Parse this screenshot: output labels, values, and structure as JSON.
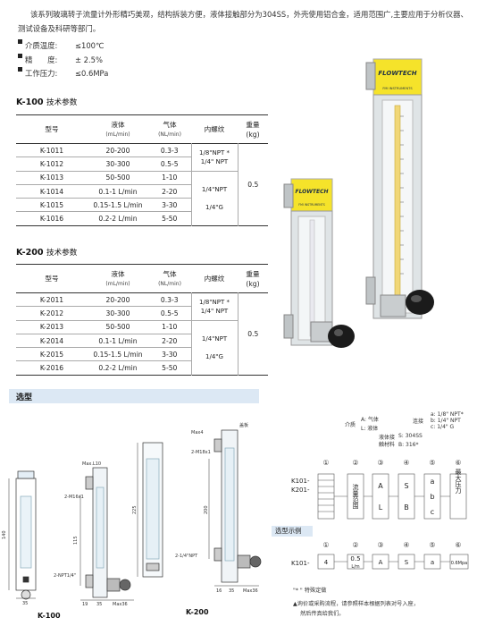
{
  "intro": "该系列玻璃转子流量计外形精巧美观，结构拆装方便，液体接触部分为304SS，外壳使用铝合金，适用范围广,主要应用于分析仪器、测试设备及科研等部门。",
  "specs": [
    {
      "label": "介质温度:",
      "value": "≤100℃"
    },
    {
      "label": "精　　度:",
      "value": "± 2.5%"
    },
    {
      "label": "工作压力:",
      "value": "≤0.6MPa"
    }
  ],
  "k100": {
    "title_model": "K-100",
    "title_cn": "技术参数",
    "headers": {
      "model": "型号",
      "liquid": "液体",
      "liquid_unit": "(mL/min)",
      "gas": "气体",
      "gas_unit": "(NL/min)",
      "thread": "内螺纹",
      "weight": "重量",
      "weight_unit": "(kg)"
    },
    "rows": [
      {
        "model": "K-1011",
        "liquid": "20-200",
        "gas": "0.3-3"
      },
      {
        "model": "K-1012",
        "liquid": "30-300",
        "gas": "0.5-5"
      },
      {
        "model": "K-1013",
        "liquid": "50-500",
        "gas": "1-10"
      },
      {
        "model": "K-1014",
        "liquid": "0.1-1 L/min",
        "gas": "2-20"
      },
      {
        "model": "K-1015",
        "liquid": "0.15-1.5 L/min",
        "gas": "3-30"
      },
      {
        "model": "K-1016",
        "liquid": "0.2-2 L/min",
        "gas": "5-50"
      }
    ],
    "thread_a": "1/8\"NPT *",
    "thread_b": "1/4\" NPT",
    "thread_c": "1/4\"NPT",
    "thread_d": "1/4\"G",
    "weight": "0.5"
  },
  "k200": {
    "title_model": "K-200",
    "title_cn": "技术参数",
    "headers": {
      "model": "型号",
      "liquid": "液体",
      "liquid_unit": "(mL/min)",
      "gas": "气体",
      "gas_unit": "(NL/min)",
      "thread": "内螺纹",
      "weight": "重量",
      "weight_unit": "(kg)"
    },
    "rows": [
      {
        "model": "K-2011",
        "liquid": "20-200",
        "gas": "0.3-3"
      },
      {
        "model": "K-2012",
        "liquid": "30-300",
        "gas": "0.5-5"
      },
      {
        "model": "K-2013",
        "liquid": "50-500",
        "gas": "1-10"
      },
      {
        "model": "K-2014",
        "liquid": "0.1-1 L/min",
        "gas": "2-20"
      },
      {
        "model": "K-2015",
        "liquid": "0.15-1.5 L/min",
        "gas": "3-30"
      },
      {
        "model": "K-2016",
        "liquid": "0.2-2 L/min",
        "gas": "5-50"
      }
    ],
    "thread_a": "1/8\"NPT *",
    "thread_b": "1/4\" NPT",
    "thread_c": "1/4\"NPT",
    "thread_d": "1/4\"G",
    "weight": "0.5"
  },
  "product": {
    "brand": "FLOWTECH",
    "sub": "FMI INSTRUMENTS"
  },
  "selection": {
    "band": "选型",
    "medium_label": "介质",
    "medium_a": "A: 气体",
    "medium_l": "L: 液体",
    "contact_label": "液体接",
    "contact_label2": "触材料",
    "contact_s": "S: 304SS",
    "contact_b": "B: 316*",
    "conn_label": "连接",
    "conn_a": "a: 1/8\" NPT*",
    "conn_b": "b: 1/4\" NPT",
    "conn_c": "c: 1/4\" G",
    "nums": [
      "①",
      "②",
      "③",
      "④",
      "⑤",
      "⑥"
    ],
    "prefix1": "K101-",
    "prefix2": "K201-",
    "col2": "流量范围",
    "col3": [
      "A",
      "L"
    ],
    "col4": [
      "S",
      "B"
    ],
    "col5": [
      "a",
      "b",
      "c"
    ],
    "col6": "最大压力",
    "example_band": "选型示例",
    "ex_prefix": "K101-",
    "ex_vals": [
      "4",
      "0.5",
      "A",
      "S",
      "a",
      "0.6Mpa"
    ],
    "ex_unit": "L/m",
    "note_star": "\"* \" 特殊定做",
    "note_1": "▲询价或采购流程，请参照样本根据列表对号入座，",
    "note_2": "然后传真给我们。"
  },
  "drawing": {
    "k100_label": "K-100",
    "k200_label": "K-200",
    "dims": {
      "max_l10": "Max.L10",
      "m16": "2-M16x1",
      "npt": "2-NPT1/4\"",
      "d140": "140",
      "d115": "115",
      "d35a": "35",
      "d19": "19",
      "d35b": "35",
      "max36": "Max36",
      "d225": "225",
      "d200": "200",
      "max4": "Max4",
      "npt2": "2-1/4\"NPT",
      "gai": "盖板",
      "m18": "2-M18x1",
      "d16": "16",
      "d35c": "35",
      "max36b": "Max36"
    }
  }
}
